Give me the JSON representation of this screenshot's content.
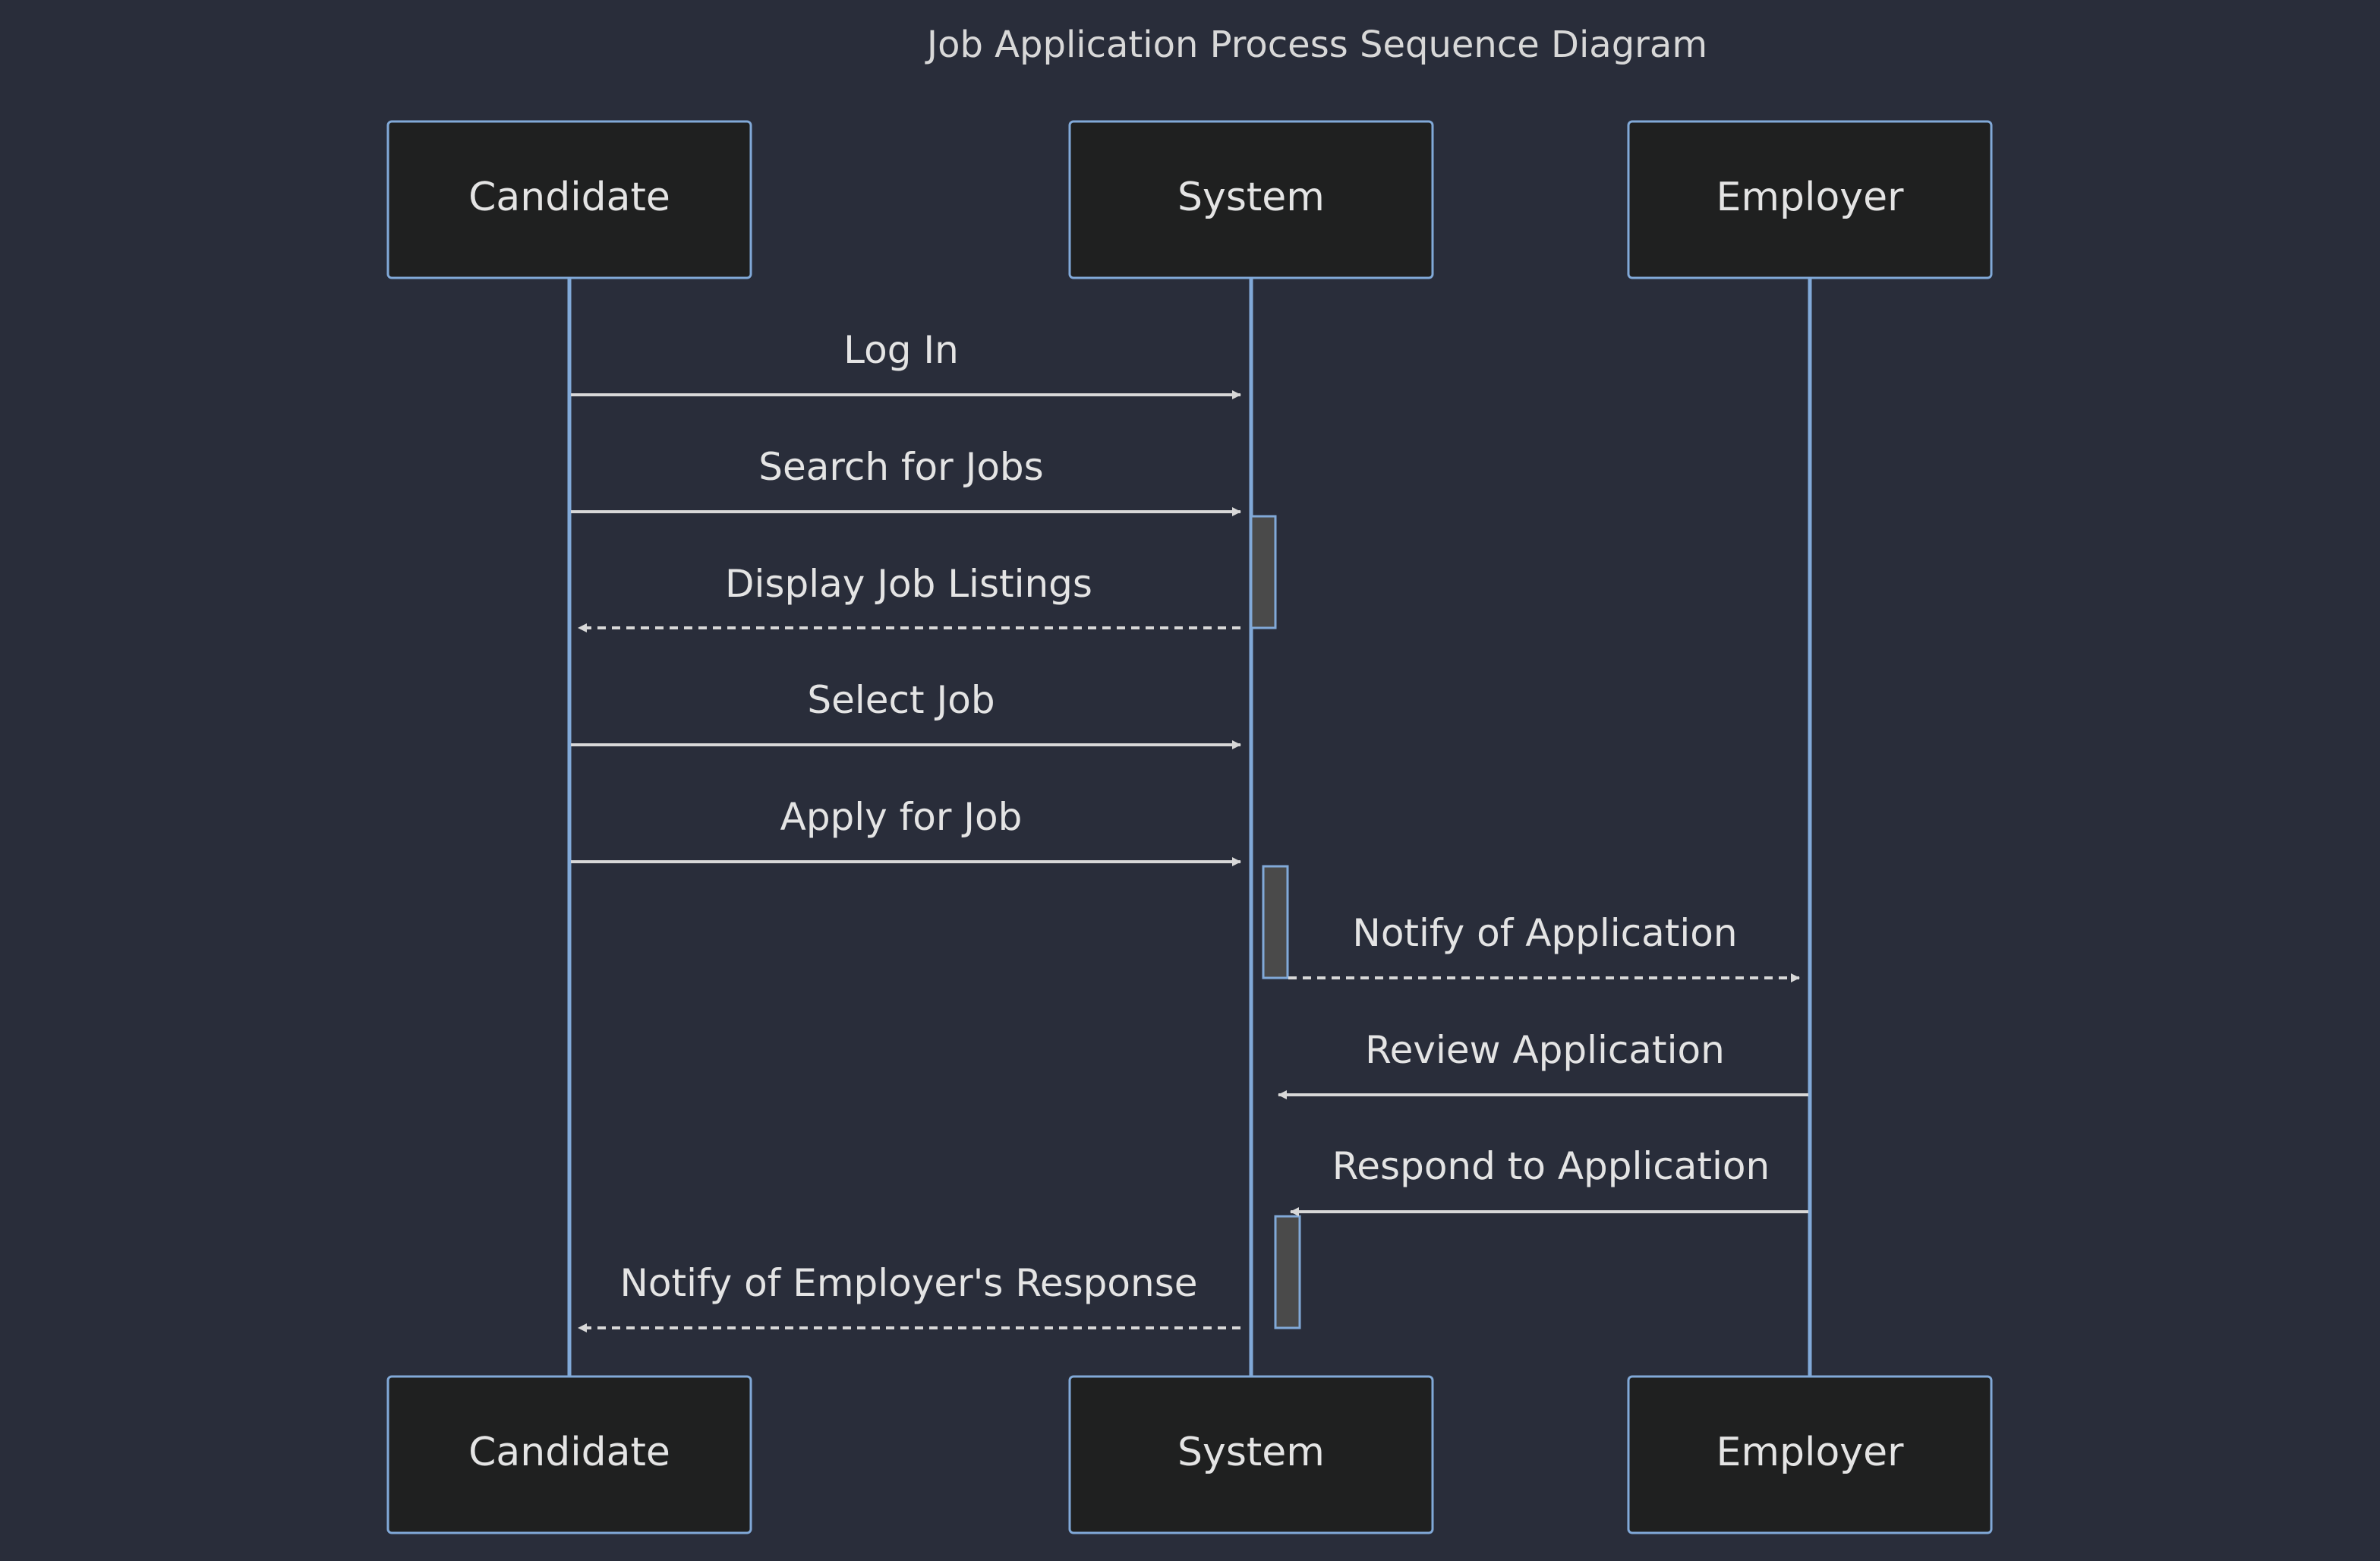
{
  "diagram": {
    "title": "Job Application Process Sequence Diagram",
    "colors": {
      "background": "#292d3a",
      "actor_fill": "#1f2020",
      "actor_stroke": "#81a9d8",
      "lifeline": "#81a9d8",
      "message": "#d8d8d8",
      "text": "#e4e4e4",
      "activation_fill": "#4a4a4a"
    },
    "participants": [
      {
        "id": "candidate",
        "label": "Candidate"
      },
      {
        "id": "system",
        "label": "System"
      },
      {
        "id": "employer",
        "label": "Employer"
      }
    ],
    "messages": [
      {
        "from": "candidate",
        "to": "system",
        "label": "Log In",
        "style": "solid"
      },
      {
        "from": "candidate",
        "to": "system",
        "label": "Search for Jobs",
        "style": "solid"
      },
      {
        "from": "system",
        "to": "candidate",
        "label": "Display Job Listings",
        "style": "dashed"
      },
      {
        "from": "candidate",
        "to": "system",
        "label": "Select Job",
        "style": "solid"
      },
      {
        "from": "candidate",
        "to": "system",
        "label": "Apply for Job",
        "style": "solid"
      },
      {
        "from": "system",
        "to": "employer",
        "label": "Notify of Application",
        "style": "dashed"
      },
      {
        "from": "employer",
        "to": "system",
        "label": "Review Application",
        "style": "solid"
      },
      {
        "from": "employer",
        "to": "system",
        "label": "Respond to Application",
        "style": "solid"
      },
      {
        "from": "system",
        "to": "candidate",
        "label": "Notify of Employer's Response",
        "style": "dashed"
      }
    ],
    "activations": [
      {
        "participant": "system",
        "from_message": 1,
        "to_message": 2
      },
      {
        "participant": "system",
        "from_message": 4,
        "to_message": 5
      },
      {
        "participant": "system",
        "from_message": 7,
        "to_message": 8
      }
    ]
  }
}
